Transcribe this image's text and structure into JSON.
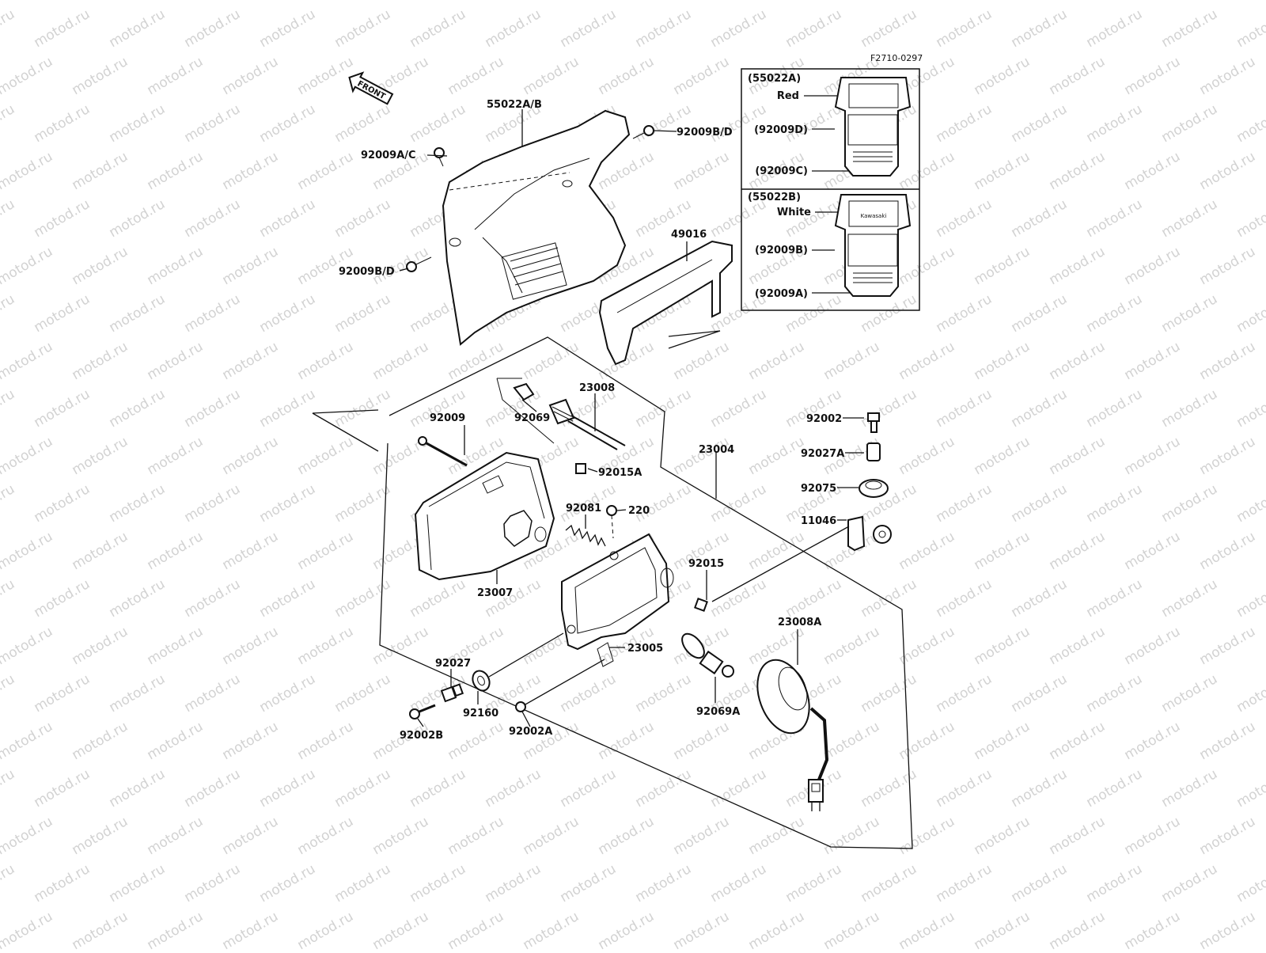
{
  "diagram": {
    "figure_code": "F2710-0297",
    "front_arrow": "FRONT",
    "watermark": "motod.ru",
    "parts": {
      "p55022AB": "55022A/B",
      "p92009AC": "92009A/C",
      "p92009BD_top": "92009B/D",
      "p92009BD_left": "92009B/D",
      "p49016": "49016",
      "p23008": "23008",
      "p92069": "92069",
      "p92009": "92009",
      "p92015A": "92015A",
      "p23004": "23004",
      "p92002": "92002",
      "p92027A": "92027A",
      "p92075": "92075",
      "p11046": "11046",
      "p92081": "92081",
      "p220": "220",
      "p23007": "23007",
      "p92015": "92015",
      "p23008A": "23008A",
      "p23005": "23005",
      "p92027": "92027",
      "p92160": "92160",
      "p92002A": "92002A",
      "p92002B": "92002B",
      "p92069A": "92069A"
    },
    "inset": {
      "variant_a": {
        "code": "(55022A)",
        "color": "Red",
        "screw1": "(92009D)",
        "screw2": "(92009C)"
      },
      "variant_b": {
        "code": "(55022B)",
        "color": "White",
        "screw1": "(92009B)",
        "screw2": "(92009A)",
        "logo": "Kawasaki"
      }
    }
  }
}
